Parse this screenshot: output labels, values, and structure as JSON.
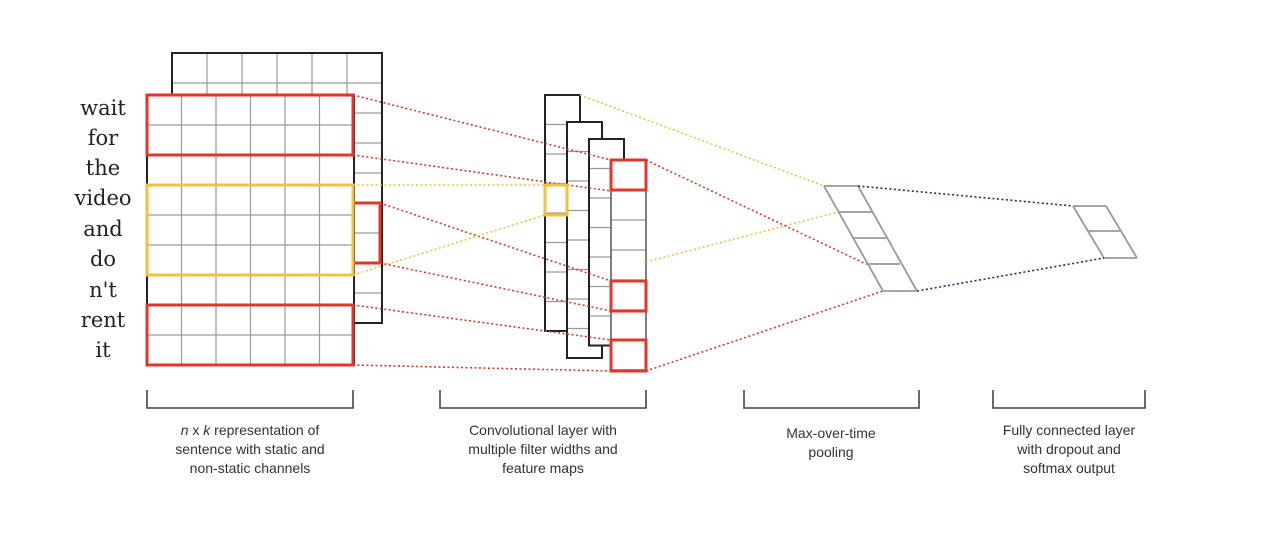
{
  "words": [
    "wait",
    "for",
    "the",
    "video",
    "and",
    "do",
    "n't",
    "rent",
    "it"
  ],
  "captions": {
    "input": {
      "var_n": "n",
      "times": " x ",
      "var_k": "k",
      "rest": " representation of",
      "line2": "sentence with static and",
      "line3": "non-static channels"
    },
    "conv": [
      "Convolutional layer with",
      "multiple filter widths and",
      "feature maps"
    ],
    "pool": [
      "Max-over-time",
      "pooling"
    ],
    "fc": [
      "Fully connected layer",
      "with dropout and",
      "softmax output"
    ]
  },
  "colors": {
    "red": "#e0362b",
    "yellow": "#f2c23b",
    "navy": "#1f2d6b",
    "grid": "#9a9a9a",
    "outline": "#222222"
  }
}
